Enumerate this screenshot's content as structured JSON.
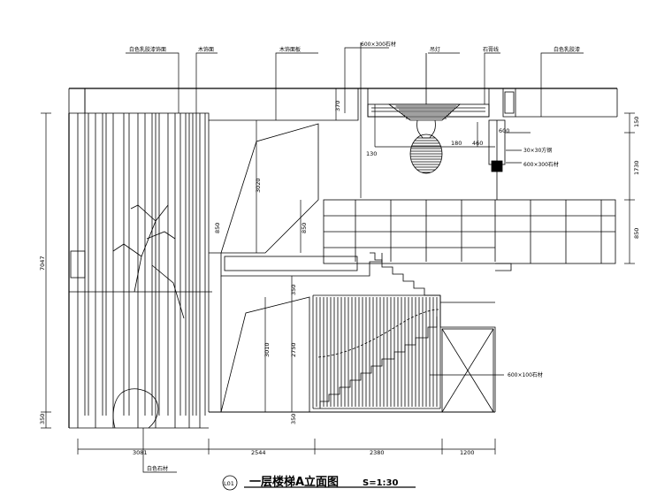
{
  "title": {
    "tag": "L01",
    "main": "一层楼梯A立面图",
    "scale": "S=1:30"
  },
  "callouts": {
    "top_1": "白色乳胶漆饰面",
    "top_2": "木饰面",
    "top_3": "木饰面板",
    "top_4": "600×300石材",
    "top_5": "吊灯",
    "top_6": "石膏线",
    "top_7": "白色乳胶漆",
    "right_1": "30×30方钢",
    "right_2": "600×300石材",
    "right_3": "600×100石材",
    "bottom_1": "白色石材"
  },
  "dimensions": {
    "total_height": "7047",
    "floor": "350",
    "right_top": "150",
    "right_mid": "1730",
    "right_low": "850",
    "ceiling_drop": "370",
    "mid_height": "3020",
    "small_1": "850",
    "small_2": "130",
    "small_3": "460",
    "small_4": "180",
    "h_upper": "850",
    "h_lower_1": "3010",
    "h_lower_2": "2750",
    "h_lower_3": "350",
    "h_lower_4": "350",
    "w_1": "3081",
    "w_2": "2544",
    "w_3": "2380",
    "w_4": "1200",
    "top_small": "600"
  },
  "colors": {
    "line": "#000000",
    "background": "#ffffff"
  }
}
